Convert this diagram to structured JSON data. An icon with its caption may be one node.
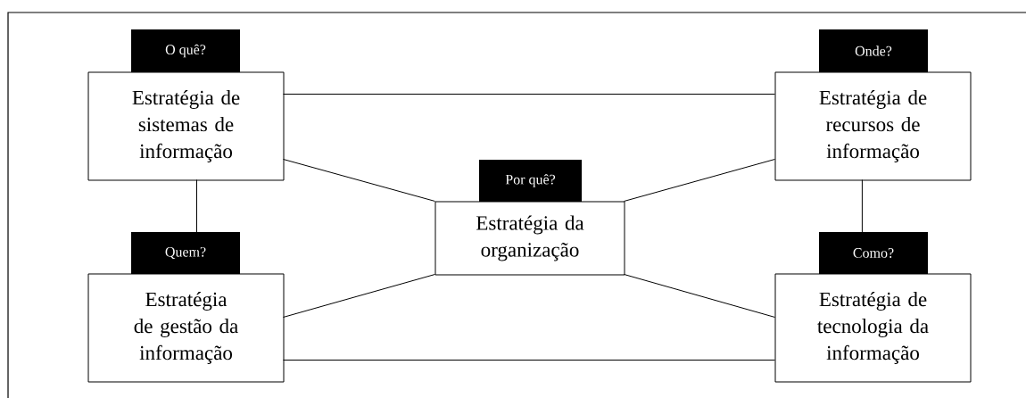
{
  "diagram": {
    "nodes": [
      {
        "text": [
          "O quê?",
          "Estratégia de sistemas de informação"
        ]
      },
      {
        "text": [
          "Onde?",
          "Estratégia de recursos de informação"
        ]
      },
      {
        "text": [
          "Por quê?",
          "Estratégia da organização"
        ]
      },
      {
        "text": [
          "Quem?",
          "Estratégia de gestão da informação"
        ]
      },
      {
        "text": [
          "Como?",
          "Estratégia de tecnologia da informação"
        ]
      }
    ],
    "edges": [
      {
        "from": 0,
        "to": 1,
        "arrow": "none"
      },
      {
        "from": 0,
        "to": 3,
        "arrow": "none"
      },
      {
        "from": 0,
        "to": 2,
        "arrow": "none"
      },
      {
        "from": 2,
        "to": 1,
        "arrow": "none"
      },
      {
        "from": 3,
        "to": 2,
        "arrow": "none"
      },
      {
        "from": 2,
        "to": 4,
        "arrow": "none"
      },
      {
        "from": 3,
        "to": 4,
        "arrow": "none"
      },
      {
        "from": 1,
        "to": 4,
        "arrow": "none"
      }
    ]
  }
}
